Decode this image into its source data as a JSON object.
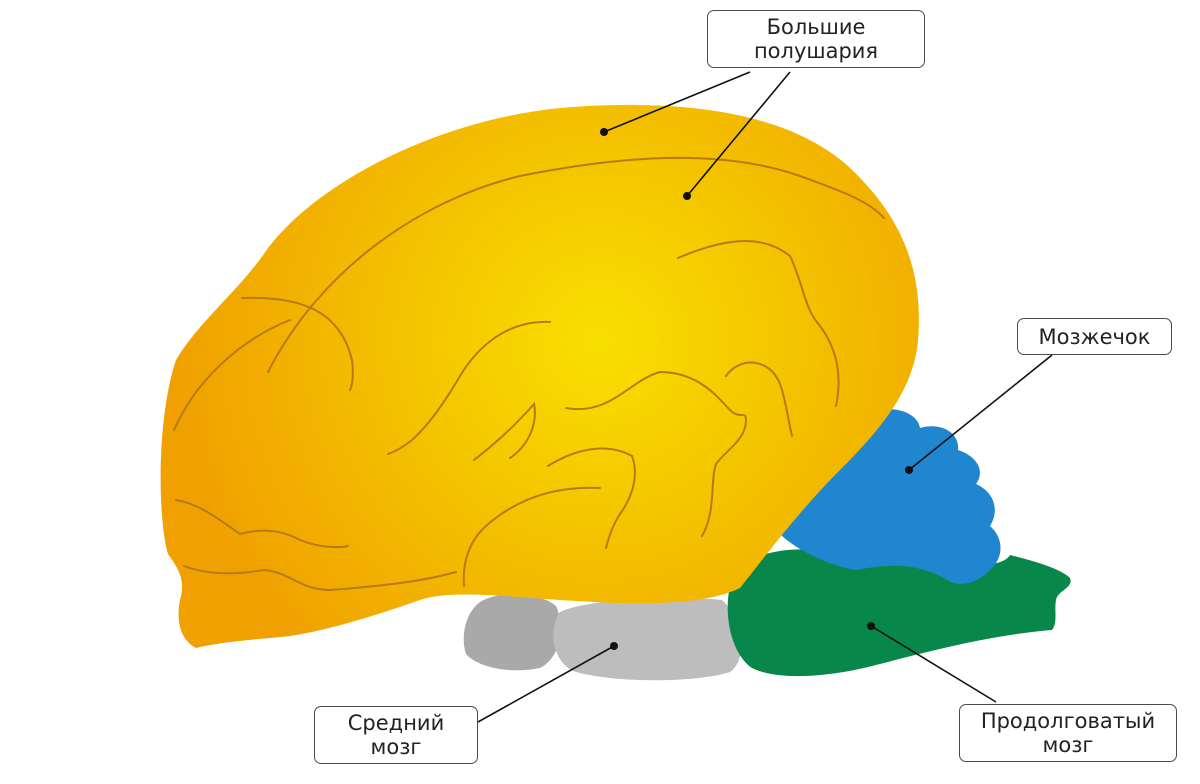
{
  "colors": {
    "hemispheres_light": "#f8e000",
    "hemispheres_dark": "#f0a000",
    "sulci": "#b87a18",
    "cerebellum": "#1f86cf",
    "medulla": "#07884a",
    "midbrain": "#bdbdbd",
    "olfactory": "#a9a9a9",
    "leader": "#111111"
  },
  "labels": {
    "hemispheres": [
      "Большие",
      "полушария"
    ],
    "cerebellum": [
      "Мозжечок"
    ],
    "midbrain": [
      "Средний",
      "мозг"
    ],
    "medulla": [
      "Продолговатый",
      "мозг"
    ]
  }
}
